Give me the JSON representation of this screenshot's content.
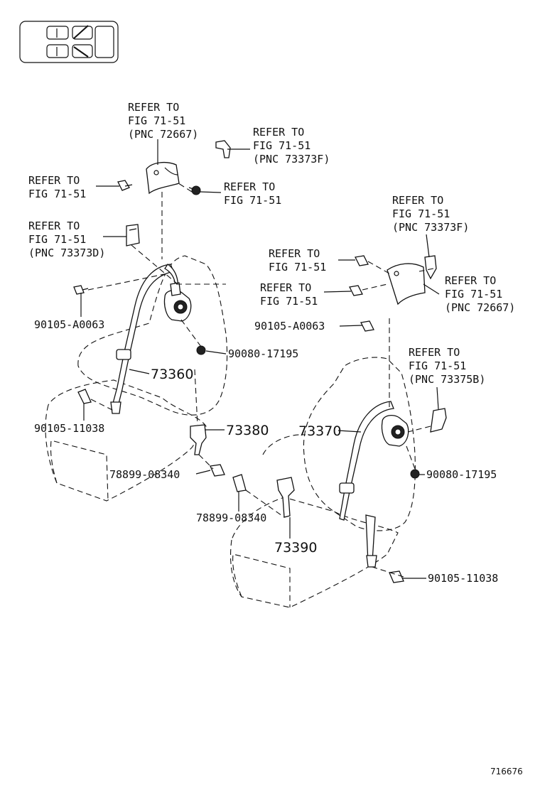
{
  "labels": {
    "ref_top_center": [
      "REFER TO",
      "FIG 71-51",
      "(PNC 72667)"
    ],
    "ref_top_right": [
      "REFER TO",
      "FIG 71-51",
      "(PNC 73373F)"
    ],
    "ref_left_bolt": [
      "REFER TO",
      "FIG 71-51"
    ],
    "ref_left_nut": [
      "REFER TO",
      "FIG 71-51"
    ],
    "ref_left_cover": [
      "REFER TO",
      "FIG 71-51",
      "(PNC 73373D)"
    ],
    "ref_right_top": [
      "REFER TO",
      "FIG 71-51",
      "(PNC 73373F)"
    ],
    "ref_right_bolt1": [
      "REFER TO",
      "FIG 71-51"
    ],
    "ref_right_bolt2": [
      "REFER TO",
      "FIG 71-51"
    ],
    "ref_right_cover": [
      "REFER TO",
      "FIG 71-51",
      "(PNC 72667)"
    ],
    "ref_right_bracket": [
      "REFER TO",
      "FIG 71-51",
      "(PNC 73375B)"
    ],
    "p_90105_A0063_left": "90105-A0063",
    "p_90080_17195_left": "90080-17195",
    "p_73360": "73360",
    "p_90105_11038_left": "90105-11038",
    "p_73380": "73380",
    "p_78899_08340_a": "78899-08340",
    "p_78899_08340_b": "78899-08340",
    "p_73390": "73390",
    "p_90105_A0063_right": "90105-A0063",
    "p_73370": "73370",
    "p_90080_17195_right": "90080-17195",
    "p_90105_11038_right": "90105-11038",
    "figure_number": "716676"
  },
  "icons": {
    "vehicle_locator": "vehicle-seat-locator-icon"
  }
}
